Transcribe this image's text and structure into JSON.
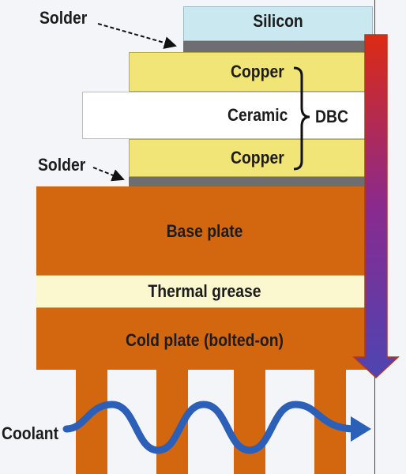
{
  "diagram": {
    "labels": {
      "silicon": "Silicon",
      "copper_top": "Copper",
      "ceramic": "Ceramic",
      "copper_bottom": "Copper",
      "dbc": "DBC",
      "solder_top": "Solder",
      "solder_bottom": "Solder",
      "base_plate": "Base plate",
      "thermal_grease": "Thermal grease",
      "cold_plate": "Cold plate (bolted-on)",
      "coolant": "Coolant"
    },
    "colors": {
      "silicon": "#c9e8ef",
      "solder": "#6e6e70",
      "copper": "#f2e577",
      "ceramic": "#ffffff",
      "base_plate": "#d2670f",
      "thermal_grease": "#fbf7cf",
      "cold_plate": "#d2670f",
      "coolant_arrow": "#2c5fb8",
      "heat_arrow_top": "#dd2a14",
      "heat_arrow_bottom": "#4d45b3"
    }
  }
}
